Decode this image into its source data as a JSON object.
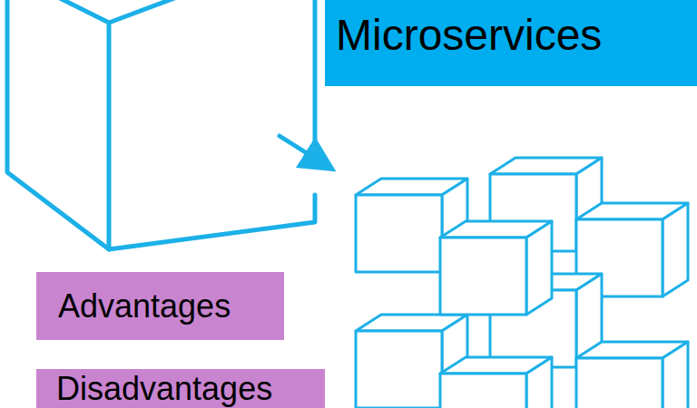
{
  "diagram": {
    "nodes": [
      {
        "text": [
          "Microservices"
        ]
      },
      {
        "text": [
          "Advantages"
        ]
      },
      {
        "text": [
          "Disadvantages"
        ]
      }
    ]
  }
}
